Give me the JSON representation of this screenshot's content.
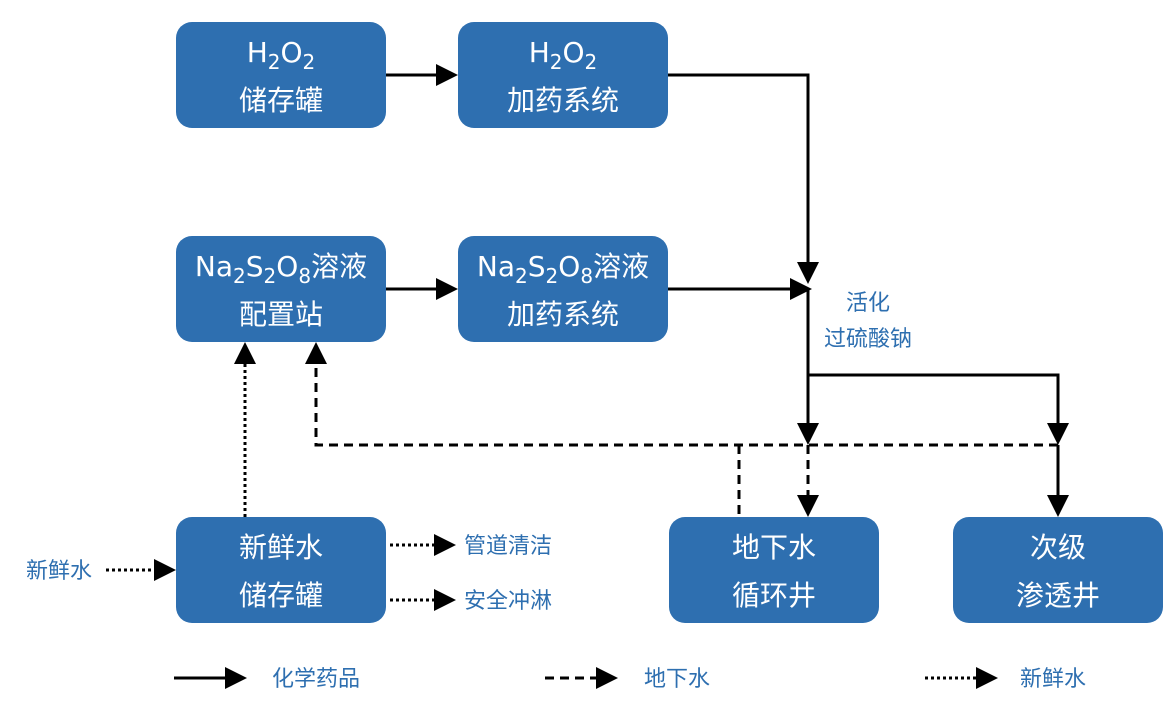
{
  "boxes": {
    "h2o2_tank": {
      "chem": "H",
      "sub1": "2",
      "chem2": "O",
      "sub2": "2",
      "label": "储存罐"
    },
    "h2o2_dosing": {
      "chem": "H",
      "sub1": "2",
      "chem2": "O",
      "sub2": "2",
      "label": "加药系统"
    },
    "persulfate_station": {
      "p1": "Na",
      "s1": "2",
      "p2": "S",
      "s2": "2",
      "p3": "O",
      "s3": "8",
      "p4": "溶液",
      "label": "配置站"
    },
    "persulfate_dosing": {
      "p1": "Na",
      "s1": "2",
      "p2": "S",
      "s2": "2",
      "p3": "O",
      "s3": "8",
      "p4": "溶液",
      "label": "加药系统"
    },
    "fresh_tank": {
      "line1": "新鲜水",
      "line2": "储存罐"
    },
    "gw_well": {
      "line1": "地下水",
      "line2": "循环井"
    },
    "seepage_well": {
      "line1": "次级",
      "line2": "渗透井"
    }
  },
  "labels": {
    "activation_line1": "活化",
    "activation_line2": "过硫酸钠",
    "fresh_water_in": "新鲜水",
    "pipe_cleaning": "管道清洁",
    "safety_shower": "安全冲淋"
  },
  "legend": {
    "chemicals": "化学药品",
    "groundwater": "地下水",
    "fresh_water": "新鲜水"
  }
}
